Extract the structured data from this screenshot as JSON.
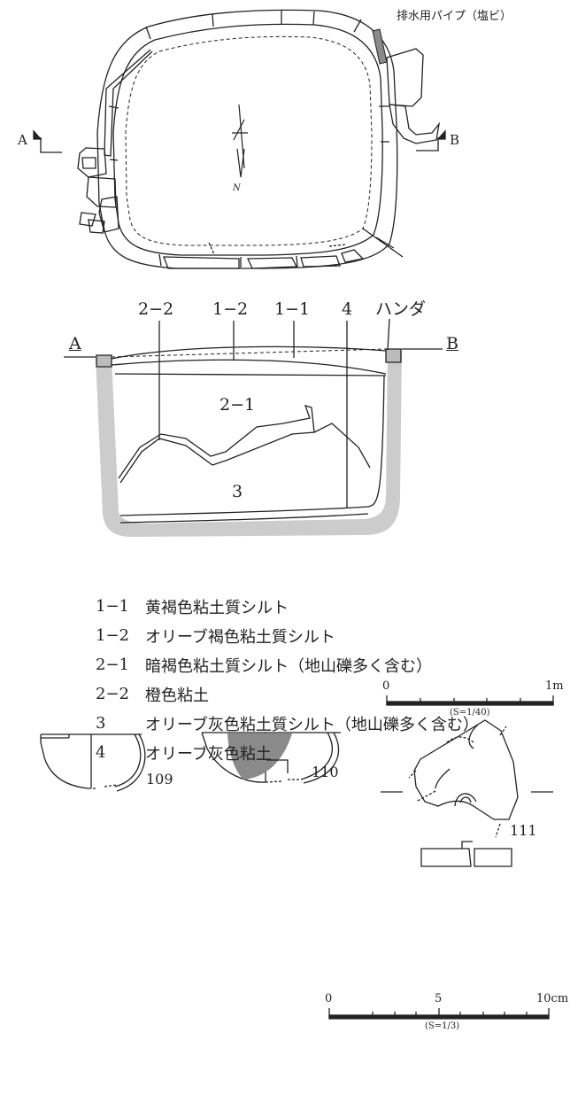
{
  "plan": {
    "pipe_label": "排水用パイプ（塩ビ）",
    "north": "N",
    "section_a": "A",
    "section_b": "B"
  },
  "section": {
    "a_label": "A",
    "b_label": "B",
    "top_labels": [
      "2−2",
      "1−2",
      "1−1",
      "4",
      "ハンダ"
    ],
    "layer_2_1": "2−1",
    "layer_3": "3"
  },
  "legend": [
    {
      "code": "1−1",
      "desc": "黄褐色粘土質シルト"
    },
    {
      "code": "1−2",
      "desc": "オリーブ褐色粘土質シルト"
    },
    {
      "code": "2−1",
      "desc": "暗褐色粘土質シルト（地山礫多く含む）"
    },
    {
      "code": "2−2",
      "desc": "橙色粘土"
    },
    {
      "code": "3",
      "desc": "オリーブ灰色粘土質シルト（地山礫多く含む）"
    },
    {
      "code": "4",
      "desc": "オリーブ灰色粘土"
    }
  ],
  "scale_large": {
    "start": "0",
    "end": "1m",
    "ratio": "(S=1/40)"
  },
  "artifacts": [
    {
      "number": "109"
    },
    {
      "number": "110"
    },
    {
      "number": "111"
    }
  ],
  "scale_small": {
    "start": "0",
    "mid": "5",
    "end": "10cm",
    "ratio": "(S=1/3)"
  },
  "colors": {
    "line": "#222222",
    "wall_fill": "#cccccc",
    "shading": "#8a8a8a"
  }
}
